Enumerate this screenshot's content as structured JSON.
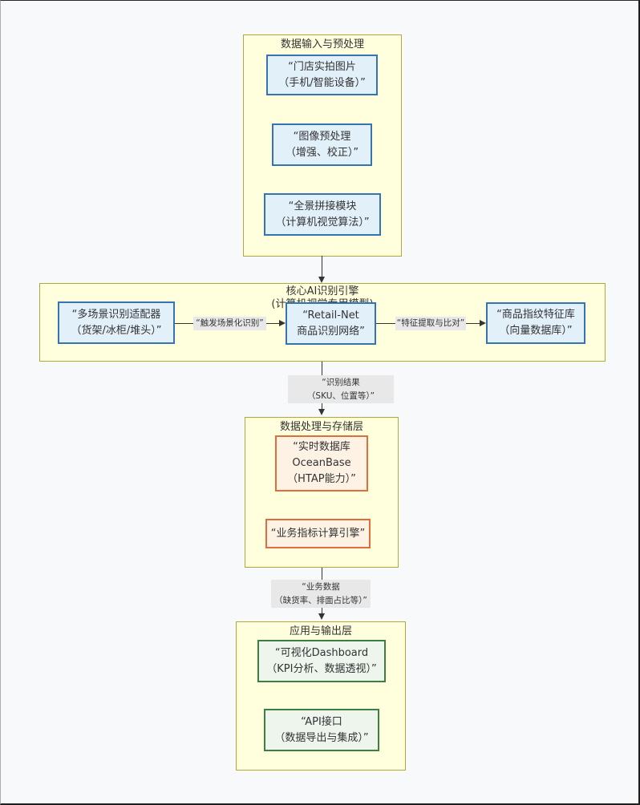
{
  "diagram": {
    "subgraphs": {
      "input": {
        "title": "数据输入与预处理"
      },
      "engine": {
        "title_line1": "核心AI识别引擎",
        "title_line2": "(计算机视觉专用模型)"
      },
      "storage": {
        "title": "数据处理与存储层"
      },
      "output": {
        "title": "应用与输出层"
      }
    },
    "nodes": {
      "store_photos": {
        "lines": [
          "“门店实拍图片",
          "（手机/智能设备）”"
        ]
      },
      "preprocess": {
        "lines": [
          "“图像预处理",
          "（增强、校正）”"
        ]
      },
      "panorama": {
        "lines": [
          "“全景拼接模块",
          "（计算机视觉算法）”"
        ]
      },
      "scene_adapter": {
        "lines": [
          "“多场景识别适配器",
          "（货架/冰柜/堆头）”"
        ]
      },
      "retail_net": {
        "lines": [
          "“Retail-Net",
          "商品识别网络”"
        ]
      },
      "fingerprint_db": {
        "lines": [
          "“商品指纹特征库",
          "（向量数据库）”"
        ]
      },
      "realtime_db": {
        "lines": [
          "“实时数据库",
          "OceanBase",
          "（HTAP能力）”"
        ]
      },
      "metrics_engine": {
        "lines": [
          "“业务指标计算引擎”"
        ]
      },
      "dashboard": {
        "lines": [
          "“可视化Dashboard",
          "（KPI分析、数据透视）”"
        ]
      },
      "api": {
        "lines": [
          "“API接口",
          "（数据导出与集成）”"
        ]
      }
    },
    "edge_labels": {
      "trigger": {
        "lines": [
          "“触发场景化识别”"
        ]
      },
      "feature": {
        "lines": [
          "“特征提取与比对”"
        ]
      },
      "result": {
        "lines": [
          "“识别结果",
          "（SKU、位置等）”"
        ]
      },
      "business": {
        "lines": [
          "“业务数据",
          "（缺货率、排面占比等）”"
        ]
      }
    },
    "colors": {
      "page_background": "#f8f9fa",
      "subgraph_fill": "#ffffde",
      "subgraph_border": "#abab35",
      "node_blue_fill": "#e2f0fa",
      "node_blue_border": "#3573b1",
      "node_orange_fill": "#fdf2e4",
      "node_orange_border": "#e06e3c",
      "node_green_fill": "#edf5ed",
      "node_green_border": "#3d7e41",
      "edge_label_background": "#e8e8e8",
      "arrow": "#333333",
      "text": "#333333"
    }
  }
}
